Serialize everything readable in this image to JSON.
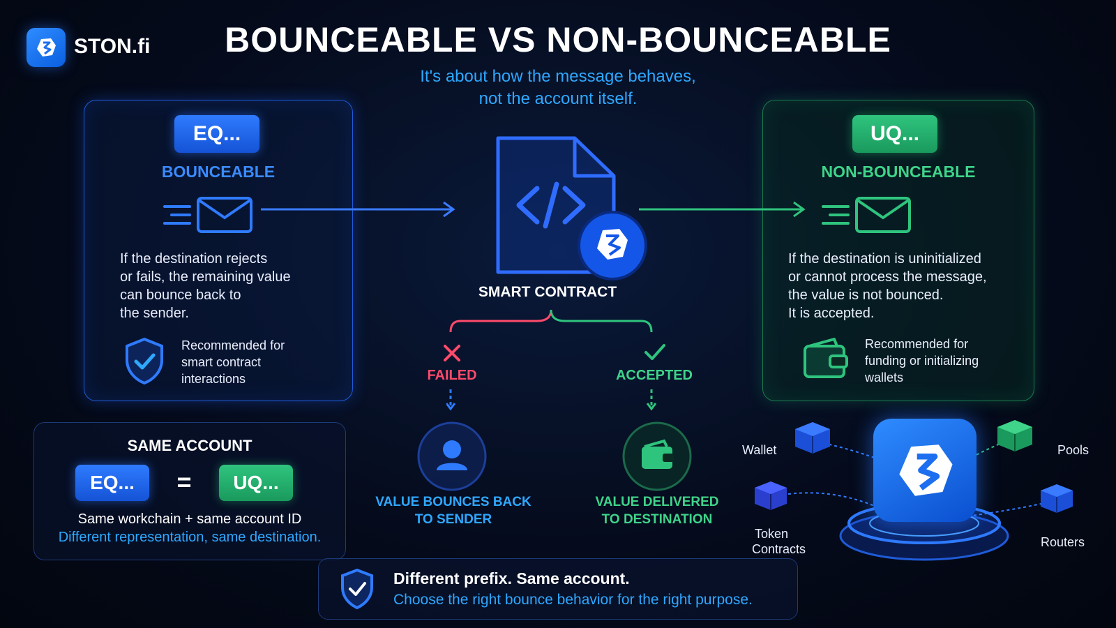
{
  "brand": {
    "name": "STON.fi",
    "icon": "ston-fi-logo-icon"
  },
  "title": "BOUNCEABLE VS NON-BOUNCEABLE",
  "subtitle": {
    "line1": "It's about how the message behaves,",
    "line2": "not the account itself."
  },
  "bounceable": {
    "prefix": "EQ...",
    "heading": "BOUNCEABLE",
    "icon": "envelope-icon",
    "description": [
      "If the destination rejects",
      "or fails, the remaining value",
      "can bounce back to",
      "the sender."
    ],
    "recommend_icon": "shield-check-icon",
    "recommendation": [
      "Recommended for",
      "smart contract",
      "interactions"
    ],
    "color": "#2f7bff"
  },
  "non_bounceable": {
    "prefix": "UQ...",
    "heading": "NON-BOUNCEABLE",
    "icon": "envelope-icon",
    "description": [
      "If the destination is uninitialized",
      "or cannot process the message,",
      "the value is not bounced.",
      "It is accepted."
    ],
    "recommend_icon": "wallet-icon",
    "recommendation": [
      "Recommended for",
      "funding or initializing",
      "wallets"
    ],
    "color": "#2fc47e"
  },
  "center": {
    "icon": "smart-contract-code-icon",
    "label": "SMART CONTRACT",
    "failed": {
      "label": "FAILED",
      "icon": "x-mark-icon",
      "outcome": [
        "VALUE BOUNCES BACK",
        "TO SENDER"
      ],
      "outcome_icon": "user-icon",
      "color": "#ff4a6a"
    },
    "accepted": {
      "label": "ACCEPTED",
      "icon": "check-mark-icon",
      "outcome": [
        "VALUE DELIVERED",
        "TO DESTINATION"
      ],
      "outcome_icon": "wallet-icon",
      "color": "#3fd48a"
    }
  },
  "same_account": {
    "heading": "SAME ACCOUNT",
    "left": "EQ...",
    "equals": "=",
    "right": "UQ...",
    "line1": "Same workchain + same account ID",
    "line2": "Different representation, same destination."
  },
  "ecosystem": {
    "center_icon": "ston-fi-logo-icon",
    "nodes": [
      "Wallet",
      "Pools",
      "Token",
      "Contracts",
      "Routers"
    ]
  },
  "footer": {
    "icon": "shield-check-icon",
    "line1": "Different prefix. Same account.",
    "line2": "Choose the right bounce behavior for the right purpose."
  }
}
